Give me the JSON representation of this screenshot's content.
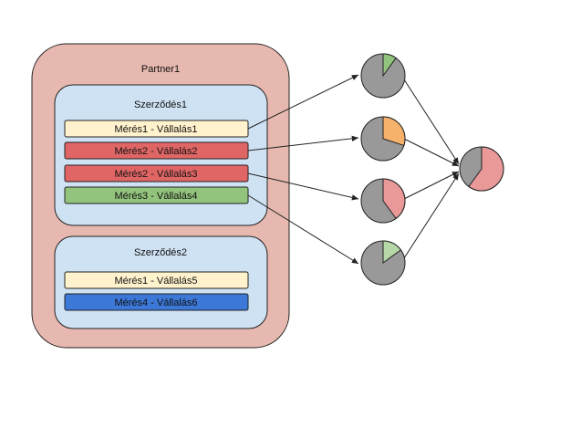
{
  "partner": {
    "label": "Partner1"
  },
  "contracts": [
    {
      "label": "Szerződés1",
      "items": [
        {
          "label": "Mérés1 - Vállalás1",
          "color": "#fff2cc"
        },
        {
          "label": "Mérés2 - Vállalás2",
          "color": "#e06666"
        },
        {
          "label": "Mérés2 - Vállalás3",
          "color": "#e06666"
        },
        {
          "label": "Mérés3 - Vállalás4",
          "color": "#93c47d"
        }
      ]
    },
    {
      "label": "Szerződés2",
      "items": [
        {
          "label": "Mérés1 - Vállalás5",
          "color": "#fff2cc"
        },
        {
          "label": "Mérés4 - Vállalás6",
          "color": "#3c78d8"
        }
      ]
    }
  ],
  "pies": [
    {
      "fraction": 0.1,
      "color": "#93c47d"
    },
    {
      "fraction": 0.3,
      "color": "#f6b26b"
    },
    {
      "fraction": 0.4,
      "color": "#ea9999"
    },
    {
      "fraction": 0.15,
      "color": "#b6d7a8"
    }
  ],
  "aggregate_pie": {
    "fraction": 0.6,
    "color": "#ea9999"
  },
  "colors": {
    "partner_fill": "#e6b8af",
    "contract_fill": "#cfe2f3",
    "pie_base": "#999999",
    "stroke": "#222222"
  }
}
